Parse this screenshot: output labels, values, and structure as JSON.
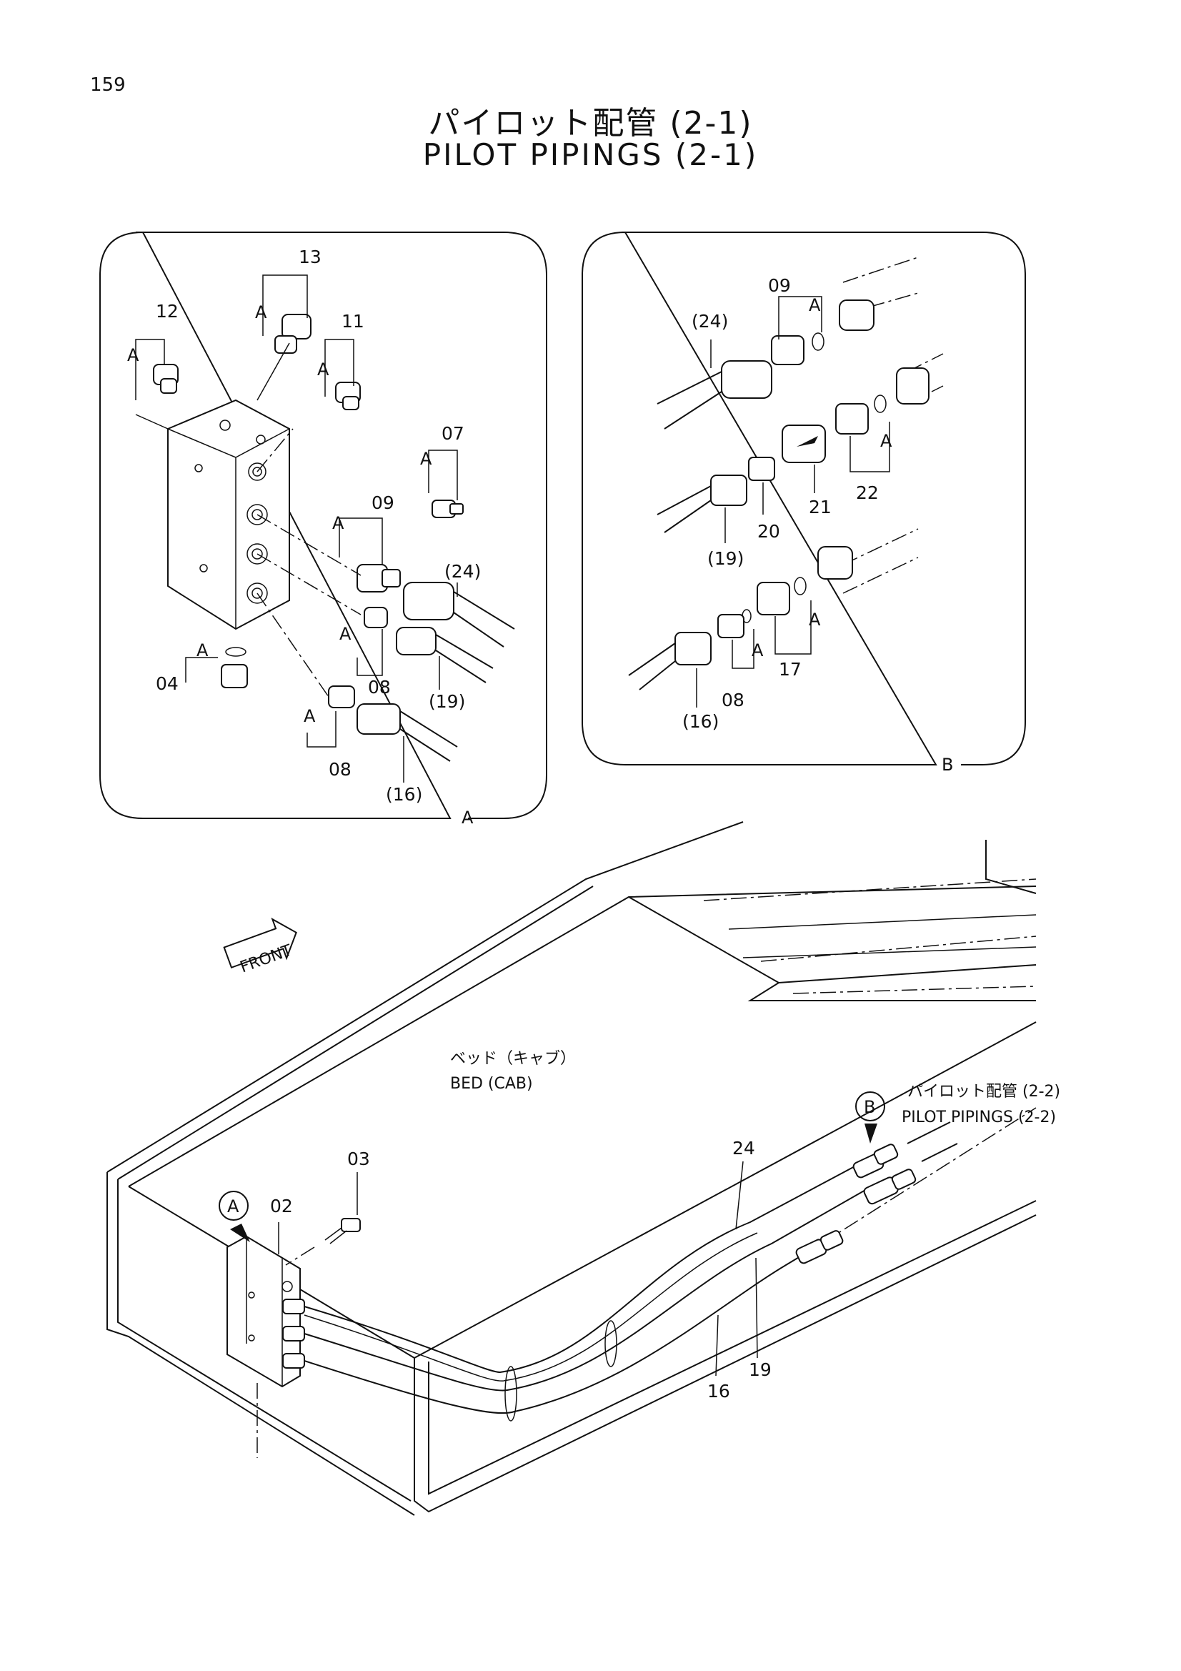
{
  "page": {
    "number": "159"
  },
  "title": {
    "jp": "パイロット配管 (2-1)",
    "en": "PILOT PIPINGS (2-1)"
  },
  "detail_a": {
    "label": "A",
    "callouts": [
      "13",
      "12",
      "11",
      "07",
      "09",
      "(24)",
      "08",
      "(19)",
      "04",
      "08",
      "(16)"
    ],
    "oring_mark": "A"
  },
  "detail_b": {
    "label": "B",
    "callouts": [
      "09",
      "(24)",
      "22",
      "21",
      "20",
      "(19)",
      "17",
      "08",
      "(16)"
    ],
    "oring_mark": "A"
  },
  "main_view": {
    "front_label": "FRONT",
    "bed_label_jp": "ベッド（キャブ）",
    "bed_label_en": "BED (CAB)",
    "ref_label_jp": "パイロット配管 (2-2)",
    "ref_label_en": "PILOT  PIPINGS (2-2)",
    "marker_a": "A",
    "marker_b": "B",
    "callouts": [
      "03",
      "02",
      "24",
      "19",
      "16"
    ]
  }
}
